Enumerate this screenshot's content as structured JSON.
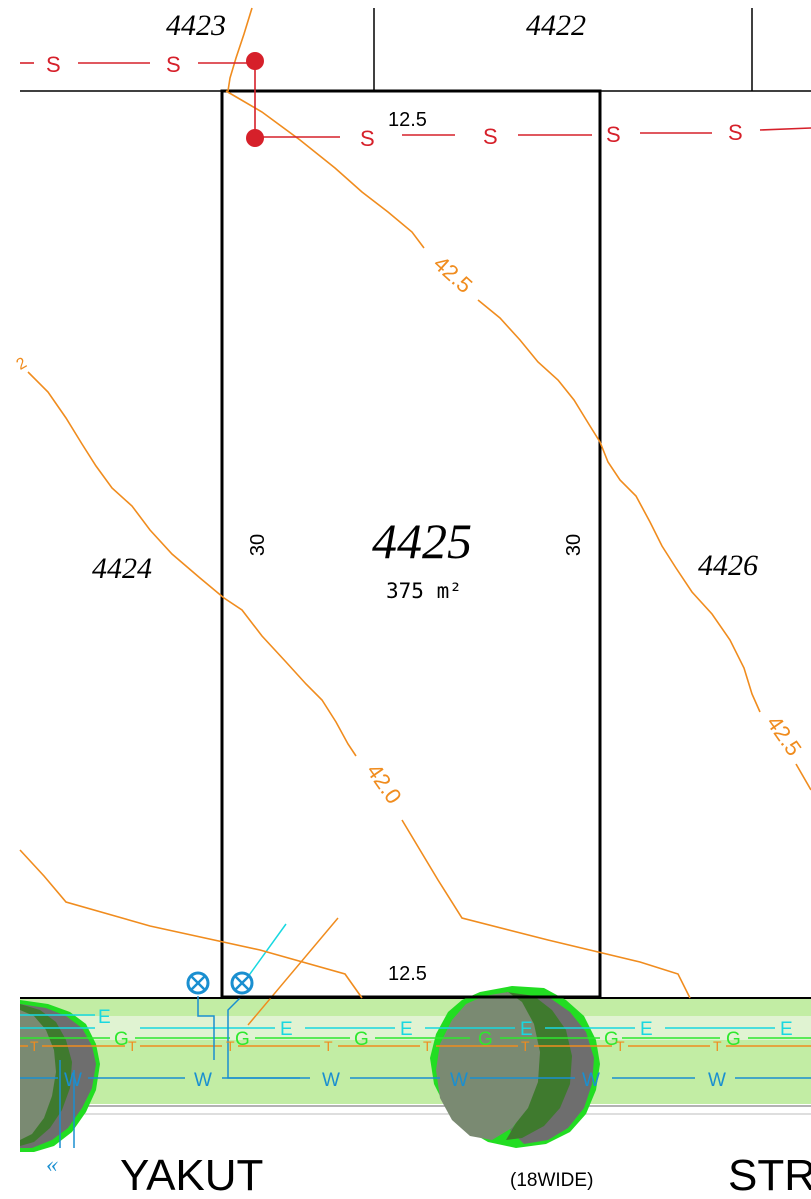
{
  "lots": {
    "subject": {
      "number": "4425",
      "area": "375 m²"
    },
    "top_left": "4423",
    "top_middle": "4422",
    "left": "4424",
    "right": "4426"
  },
  "dimensions": {
    "top": "12.5",
    "bottom": "12.5",
    "left": "30",
    "right": "30"
  },
  "contours": {
    "upper_label": "42.5",
    "right_label": "42.5",
    "lower_label": "42.0",
    "partial_label": "2"
  },
  "services": {
    "sewer": "S",
    "water": "W",
    "gas": "G",
    "electric": "E",
    "telecom": "T"
  },
  "street": {
    "name_left": "YAKUT",
    "width_note": "(18WIDE)",
    "name_right": "STR",
    "arrow": "«"
  },
  "colors": {
    "boundary": "#000000",
    "contour": "#f08c1e",
    "sewer": "#d6202a",
    "water": "#1a8fd0",
    "gas": "#2ee82e",
    "electric": "#18d8e0",
    "telecom": "#f08c1e",
    "verge": "#c2eda4",
    "tree_light": "#7a8a72",
    "tree_dark": "#3f7a2e",
    "tree_edge": "#22dd22"
  }
}
